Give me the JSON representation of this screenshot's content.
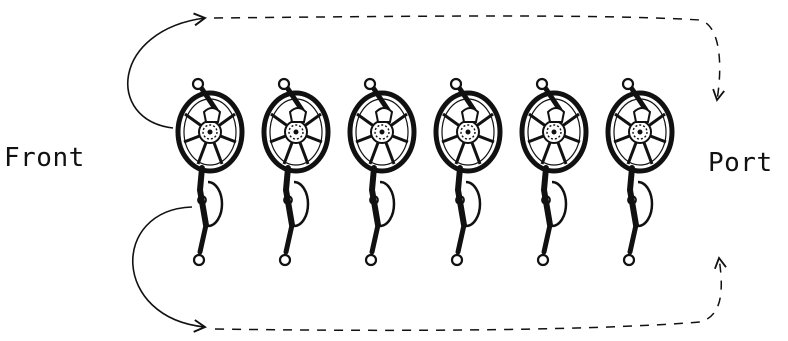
{
  "labels": {
    "front": "Front",
    "port": "Port"
  },
  "figure_count": 6,
  "colors": {
    "ink": "#111111",
    "background": "#ffffff"
  },
  "icons": [
    "figure-with-round-shield-icon",
    "curved-arrow-icon",
    "dashed-arrow-icon"
  ]
}
